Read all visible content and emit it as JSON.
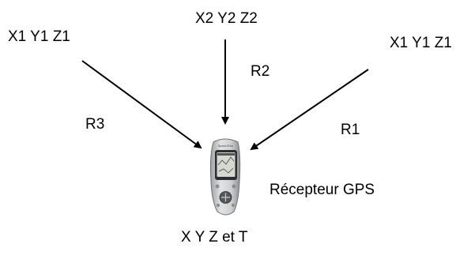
{
  "sources": [
    {
      "coords": "X1 Y1 Z1"
    },
    {
      "coords": "X2 Y2 Z2"
    },
    {
      "coords": "X1 Y1 Z1"
    }
  ],
  "ranges": {
    "left": "R3",
    "top": "R2",
    "right": "R1"
  },
  "receiver": {
    "label": "Récepteur GPS",
    "brand": "Space-Trax"
  },
  "result": "X Y Z et T",
  "colors": {
    "arrow": "#000000",
    "device_body": "#c9cacb",
    "screen": "#d4d8cf"
  }
}
